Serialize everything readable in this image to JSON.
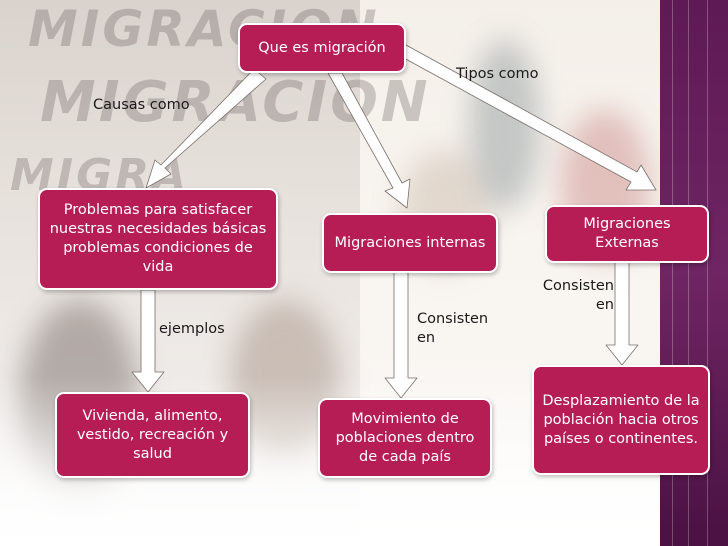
{
  "diagram": {
    "background_text": [
      "MIGRACION",
      "MIGRACION",
      "MIGRA"
    ],
    "nodes": {
      "root": "Que es migración",
      "causes": "Problemas para satisfacer nuestras necesidades básicas problemas condiciones de vida",
      "internal": "Migraciones internas",
      "external": "Migraciones Externas",
      "examples_box": "Vivienda, alimento, vestido, recreación y salud",
      "internal_desc": "Movimiento de poblaciones dentro de cada país",
      "external_desc": "Desplazamiento de la población hacia otros países o continentes."
    },
    "labels": {
      "causas": "Causas como",
      "tipos": "Tipos como",
      "ejemplos": "ejemplos",
      "consisten_internas": "Consisten en",
      "consisten_externas": "Consisten en"
    },
    "colors": {
      "box_fill": "#b51d54",
      "arrow": "#ffffff",
      "side_strip": "#6f2563"
    }
  }
}
